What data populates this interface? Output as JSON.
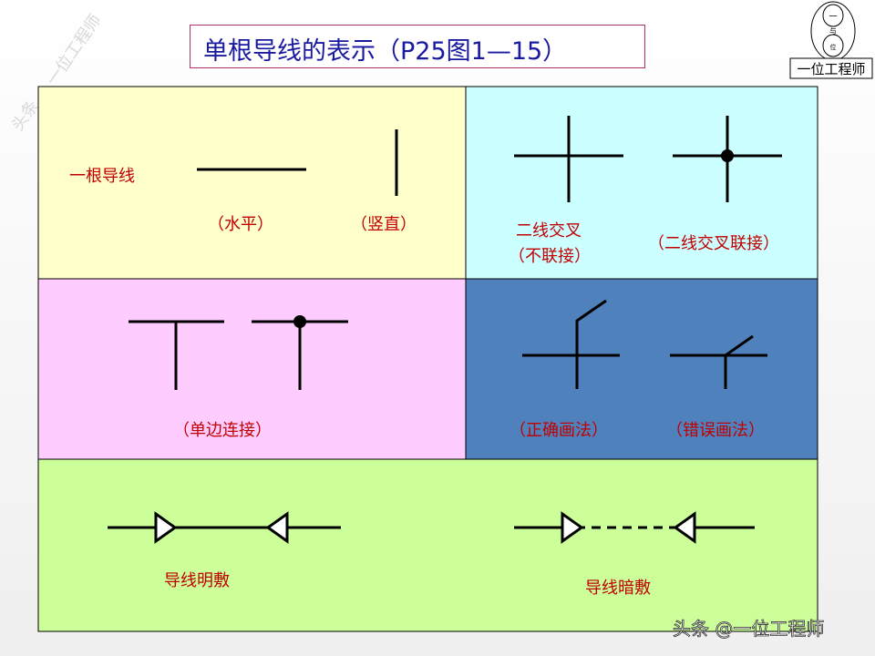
{
  "title": "单根导线的表示（P25图1—15）",
  "logo": {
    "text": "一位工程师",
    "glyphs": [
      "一",
      "与",
      "位"
    ]
  },
  "watermarks": {
    "side": "一位工程师",
    "corner_left": "头条",
    "bottom": "头条 @一位工程师"
  },
  "panels": {
    "single_wire": {
      "label": "一根导线",
      "horizontal": "（水平）",
      "vertical": "（竖直）",
      "color": "#FFFFCC"
    },
    "crossing": {
      "no_connect_line1": "二线交叉",
      "no_connect_line2": "（不联接）",
      "connect": "（二线交叉联接）",
      "color": "#CCFFFF"
    },
    "tee": {
      "label": "（单边连接）",
      "color": "#FFCCFF"
    },
    "drawing": {
      "correct": "（正确画法）",
      "wrong": "（错误画法）",
      "color": "#4F81BD"
    },
    "laying": {
      "exposed": "导线明敷",
      "concealed": "导线暗敷",
      "color": "#CCFF99"
    }
  },
  "colors": {
    "label_red": "#C00000",
    "title_blue": "#1A1AA0",
    "wire": "#000000"
  }
}
